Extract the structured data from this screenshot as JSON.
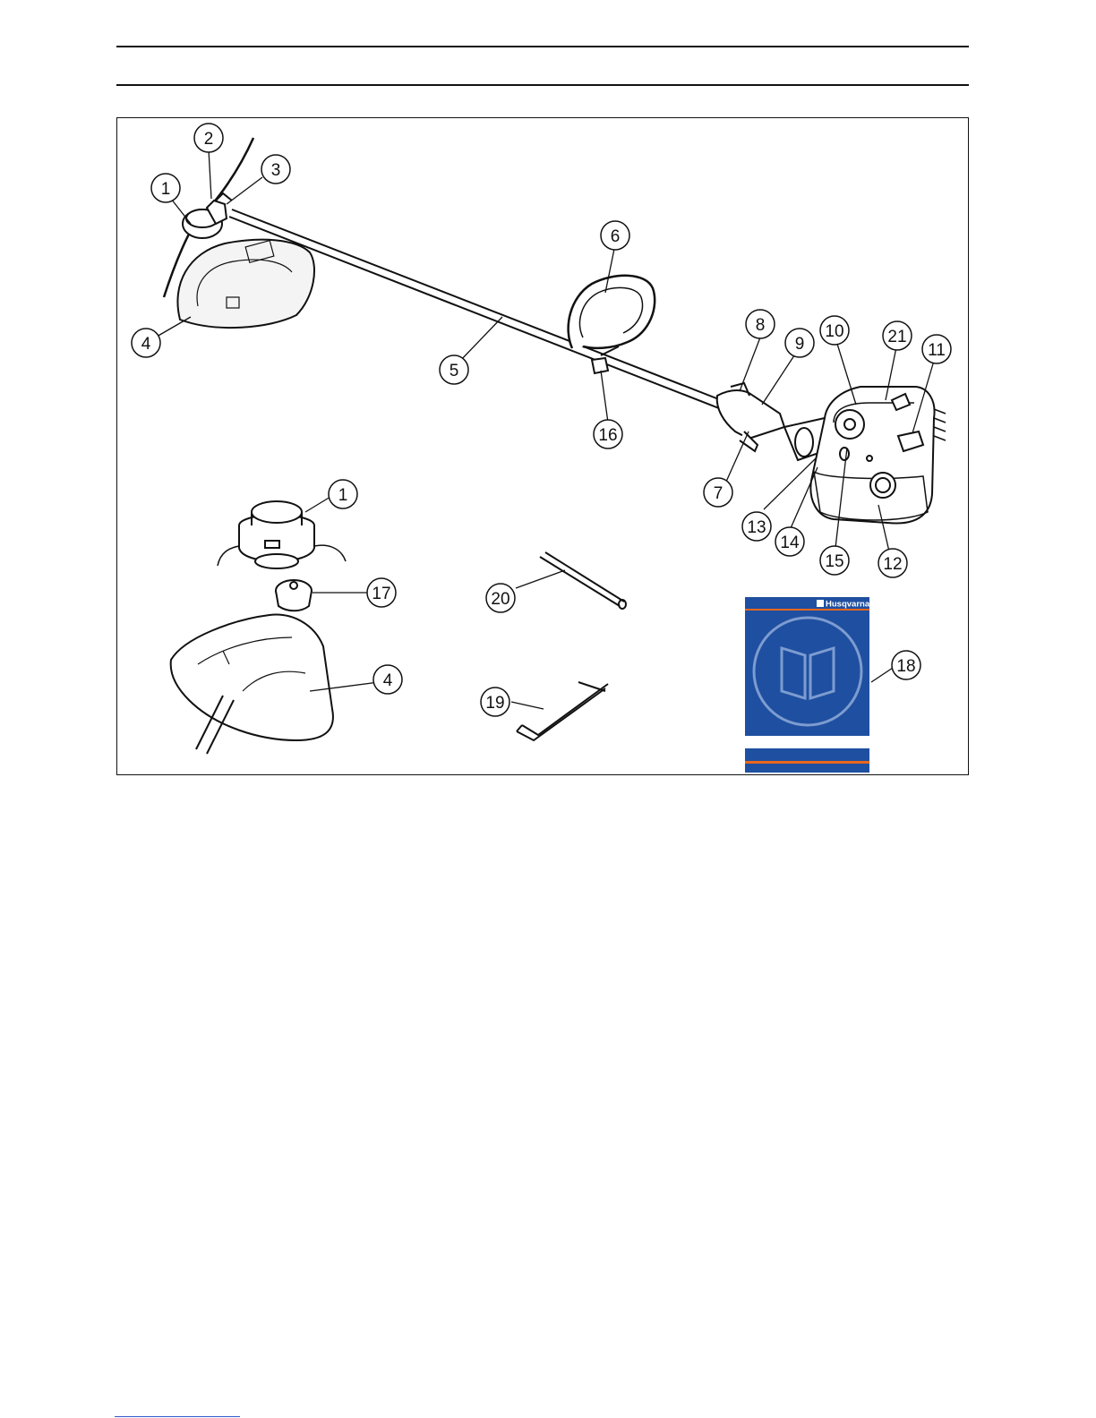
{
  "figure": {
    "manual_brand": "Husqvarna",
    "callouts": [
      {
        "id": "c1a",
        "label": "1"
      },
      {
        "id": "c2",
        "label": "2"
      },
      {
        "id": "c3",
        "label": "3"
      },
      {
        "id": "c4a",
        "label": "4"
      },
      {
        "id": "c5",
        "label": "5"
      },
      {
        "id": "c6",
        "label": "6"
      },
      {
        "id": "c7",
        "label": "7"
      },
      {
        "id": "c8",
        "label": "8"
      },
      {
        "id": "c9",
        "label": "9"
      },
      {
        "id": "c10",
        "label": "10"
      },
      {
        "id": "c21",
        "label": "21"
      },
      {
        "id": "c11",
        "label": "11"
      },
      {
        "id": "c16",
        "label": "16"
      },
      {
        "id": "c13",
        "label": "13"
      },
      {
        "id": "c14",
        "label": "14"
      },
      {
        "id": "c15",
        "label": "15"
      },
      {
        "id": "c12",
        "label": "12"
      },
      {
        "id": "c1b",
        "label": "1"
      },
      {
        "id": "c17",
        "label": "17"
      },
      {
        "id": "c4b",
        "label": "4"
      },
      {
        "id": "c20",
        "label": "20"
      },
      {
        "id": "c19",
        "label": "19"
      },
      {
        "id": "c18",
        "label": "18"
      }
    ]
  }
}
